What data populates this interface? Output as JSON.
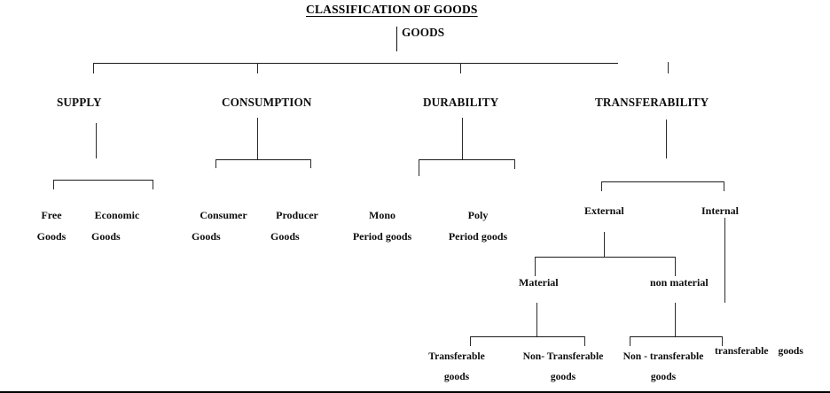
{
  "title": "CLASSIFICATION OF GOODS",
  "root": {
    "label": "GOODS"
  },
  "branches": [
    {
      "label": "SUPPLY",
      "children": [
        {
          "line1": "Free",
          "line2": "Goods"
        },
        {
          "line1": "Economic",
          "line2": "Goods"
        }
      ]
    },
    {
      "label": "CONSUMPTION",
      "children": [
        {
          "line1": "Consumer",
          "line2": "Goods"
        },
        {
          "line1": "Producer",
          "line2": "Goods"
        }
      ]
    },
    {
      "label": "DURABILITY",
      "children": [
        {
          "line1": "Mono",
          "line2": "Period goods"
        },
        {
          "line1": "Poly",
          "line2": "Period goods"
        }
      ]
    },
    {
      "label": "TRANSFERABILITY",
      "children": [
        {
          "line1": "External",
          "line2": ""
        },
        {
          "line1": "Internal",
          "line2": ""
        }
      ]
    }
  ],
  "external": {
    "label": "External",
    "children": [
      {
        "label": "Material"
      },
      {
        "label": "non material"
      }
    ]
  },
  "internal": {
    "label": "Internal",
    "children": [
      {
        "line1": "transferable",
        "line2": "goods"
      }
    ]
  },
  "material": {
    "label": "Material",
    "children": [
      {
        "line1": "Transferable",
        "line2": "goods"
      },
      {
        "line1": "Non- Transferable",
        "line2": "goods"
      }
    ]
  },
  "non_material": {
    "label": "non material",
    "children": [
      {
        "line1": "Non - transferable",
        "line2": "goods"
      },
      {
        "line1": "transferable",
        "line2": "goods"
      }
    ]
  },
  "colors": {
    "ink": "#000000",
    "line": "#1a1a1a",
    "background": "#ffffff"
  }
}
